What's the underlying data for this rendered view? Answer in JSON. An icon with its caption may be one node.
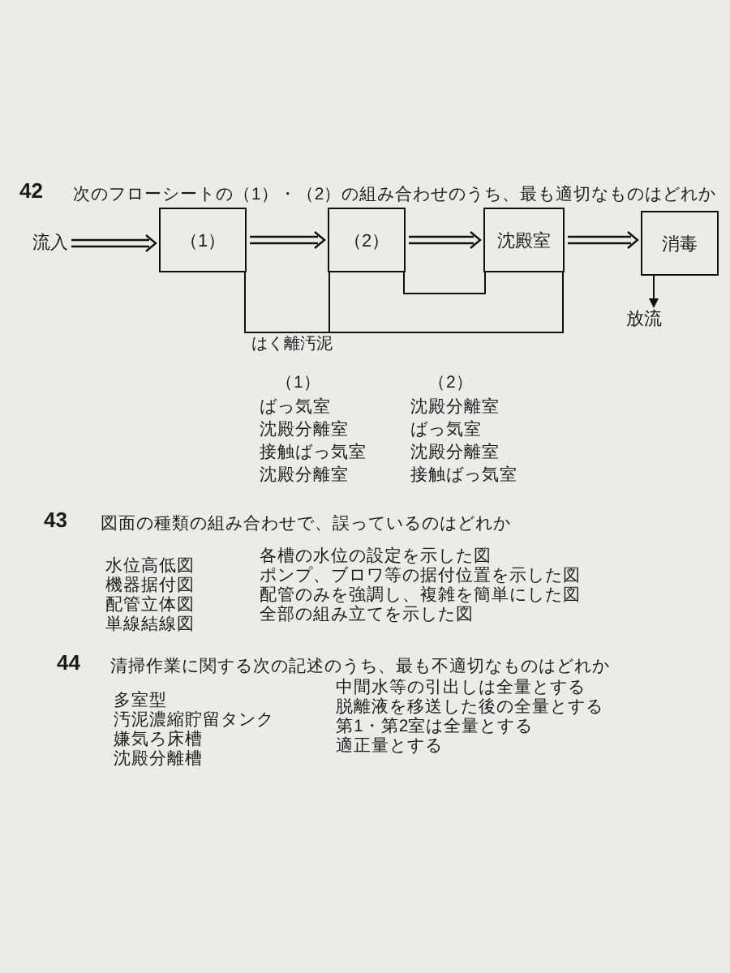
{
  "diagram": {
    "nodes": [
      {
        "text": [
          "流入"
        ]
      },
      {
        "text": [
          "（1）"
        ]
      },
      {
        "text": [
          "（2）"
        ]
      },
      {
        "text": [
          "沈殿室"
        ]
      },
      {
        "text": [
          "消毒"
        ]
      },
      {
        "text": [
          "放流"
        ]
      }
    ],
    "edges": [
      {
        "from": 0,
        "to": 1,
        "arrow": "to"
      },
      {
        "from": 1,
        "to": 2,
        "arrow": "to"
      },
      {
        "from": 2,
        "to": 3,
        "arrow": "to"
      },
      {
        "from": 3,
        "to": 4,
        "arrow": "to"
      },
      {
        "from": 4,
        "to": 5,
        "arrow": "to"
      },
      {
        "from": 3,
        "to": 1,
        "arrow": "none",
        "label": "はく離汚泥"
      },
      {
        "from": 3,
        "to": 2,
        "arrow": "none"
      },
      {
        "from": 2,
        "to": 3,
        "arrow": "none"
      }
    ],
    "labels": [
      "42",
      "次のフローシートの（1）・（2）の組み合わせのうち、最も適切なものはどれか",
      "（1）",
      "（2）",
      "ばっ気室",
      "沈殿分離室",
      "沈殿分離室",
      "ばっ気室",
      "接触ばっ気室",
      "沈殿分離室",
      "沈殿分離室",
      "接触ばっ気室",
      "43",
      "図面の種類の組み合わせで、誤っているのはどれか",
      "水位高低図",
      "各槽の水位の設定を示した図",
      "機器据付図",
      "ポンプ、ブロワ等の据付位置を示した図",
      "配管立体図",
      "配管のみを強調し、複雑を簡単にした図",
      "単線結線図",
      "全部の組み立てを示した図",
      "44",
      "清掃作業に関する次の記述のうち、最も不適切なものはどれか",
      "多室型",
      "中間水等の引出しは全量とする",
      "汚泥濃縮貯留タンク",
      "脱離液を移送した後の全量とする",
      "嫌気ろ床槽",
      "第1・第2室は全量とする",
      "沈殿分離槽",
      "適正量とする"
    ]
  }
}
